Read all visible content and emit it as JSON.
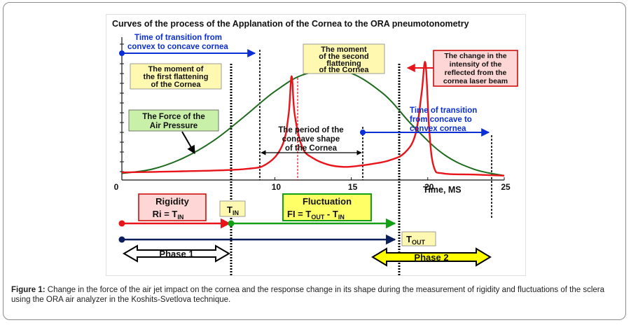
{
  "caption": {
    "label": "Figure 1:",
    "text": " Change in the force of the air jet impact on the cornea and the response change in its shape during the measurement of rigidity and fluctuations of the sclera using the ORA air analyzer in the Koshits-Svetlova technique."
  },
  "colors": {
    "force_curve": "#1e6b1e",
    "signal_curve": "#e8141a",
    "blue_annotation": "#0a2fd6",
    "navy_axis": "#0b1f5c",
    "rigidity_arrow": "#e8141a",
    "fluctuation_arrow": "#14a014",
    "label_box_yellow": "#fff8b0",
    "label_box_green": "#c9f0a8",
    "label_box_red": "#ffd6d6",
    "phase_box": "#ffffff",
    "phase2_arrow": "#ffff00"
  },
  "chart_data": {
    "type": "line",
    "title": "Curves of the process of the Applanation of the Cornea to the ORA pneumotonometry",
    "xlabel": "Time, MS",
    "ylabel": "",
    "xlim": [
      0,
      25
    ],
    "x_ticks": [
      "0",
      "10",
      "15",
      "20",
      "25"
    ],
    "x_tick_values": [
      0,
      10,
      15,
      20,
      25
    ],
    "series": [
      {
        "name": "The Force of the Air Pressure",
        "x": [
          0,
          2,
          4,
          6,
          8,
          10,
          12,
          14.5,
          17,
          19,
          21,
          23,
          25
        ],
        "values": [
          0.06,
          0.1,
          0.2,
          0.36,
          0.58,
          0.81,
          0.97,
          1.0,
          0.8,
          0.5,
          0.24,
          0.1,
          0.04
        ]
      },
      {
        "name": "The change in the intensity of the reflected from the cornea laser beam",
        "x": [
          0,
          4,
          8,
          9.5,
          10.5,
          10.9,
          11.1,
          11.3,
          11.8,
          12.5,
          13.5,
          14.5,
          15.5,
          16.5,
          17.5,
          18.5,
          19.2,
          19.6,
          19.85,
          20.1,
          20.4,
          21,
          23,
          25
        ],
        "values": [
          0.07,
          0.08,
          0.1,
          0.15,
          0.32,
          0.6,
          0.95,
          0.6,
          0.3,
          0.2,
          0.14,
          0.12,
          0.13,
          0.15,
          0.18,
          0.25,
          0.42,
          0.8,
          1.07,
          0.45,
          0.12,
          0.06,
          0.05,
          0.04
        ]
      }
    ],
    "annotations": {
      "time_convex_concave": "Time of transition from convex to concave cornea",
      "first_flattening": "The moment of the first flattening of the Cornea",
      "second_flattening": "The moment of the second flattening of the Cornea",
      "laser_beam": "The change in the intensity of the reflected from the cornea laser beam",
      "force_label": "The Force of the Air Pressure",
      "concave_period": "The period of the concave shape of the Cornea",
      "time_concave_convex": "Time of transition from concave to convex cornea"
    },
    "markers": {
      "rigidity_title": "Rigidity",
      "rigidity_formula_main": "Ri = T",
      "rigidity_formula_sub": "IN",
      "tin_main": "T",
      "tin_sub": "IN",
      "fluctuation_title": "Fluctuation",
      "fluctuation_formula_a": "FI = T",
      "fluctuation_formula_a_sub": "OUT",
      "fluctuation_formula_b": " - T",
      "fluctuation_formula_b_sub": "IN",
      "tout_main": "T",
      "tout_sub": "OUT",
      "phase1": "Phase 1",
      "phase2": "Phase 2"
    }
  }
}
